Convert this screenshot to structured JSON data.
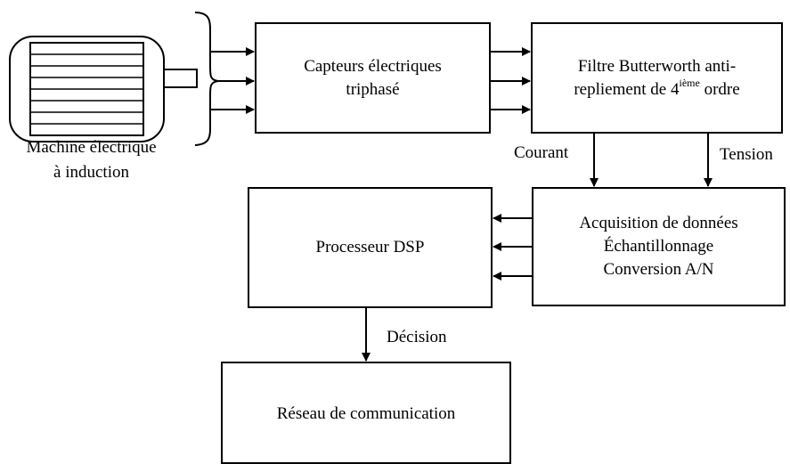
{
  "motor": {
    "label_line1": "Machine électrique",
    "label_line2": "à induction"
  },
  "blocks": {
    "capteurs": {
      "line1": "Capteurs électriques",
      "line2": "triphasé"
    },
    "filtre": {
      "line1": "Filtre Butterworth anti-",
      "line2_pre": "repliement de 4",
      "line2_sup": "ième",
      "line2_post": " ordre"
    },
    "acquisition": {
      "line1": "Acquisition de données",
      "line2": "Échantillonnage",
      "line3": "Conversion A/N"
    },
    "processeur": {
      "label": "Processeur DSP"
    },
    "reseau": {
      "label": "Réseau de communication"
    }
  },
  "signals": {
    "courant": "Courant",
    "tension": "Tension",
    "decision": "Décision"
  }
}
